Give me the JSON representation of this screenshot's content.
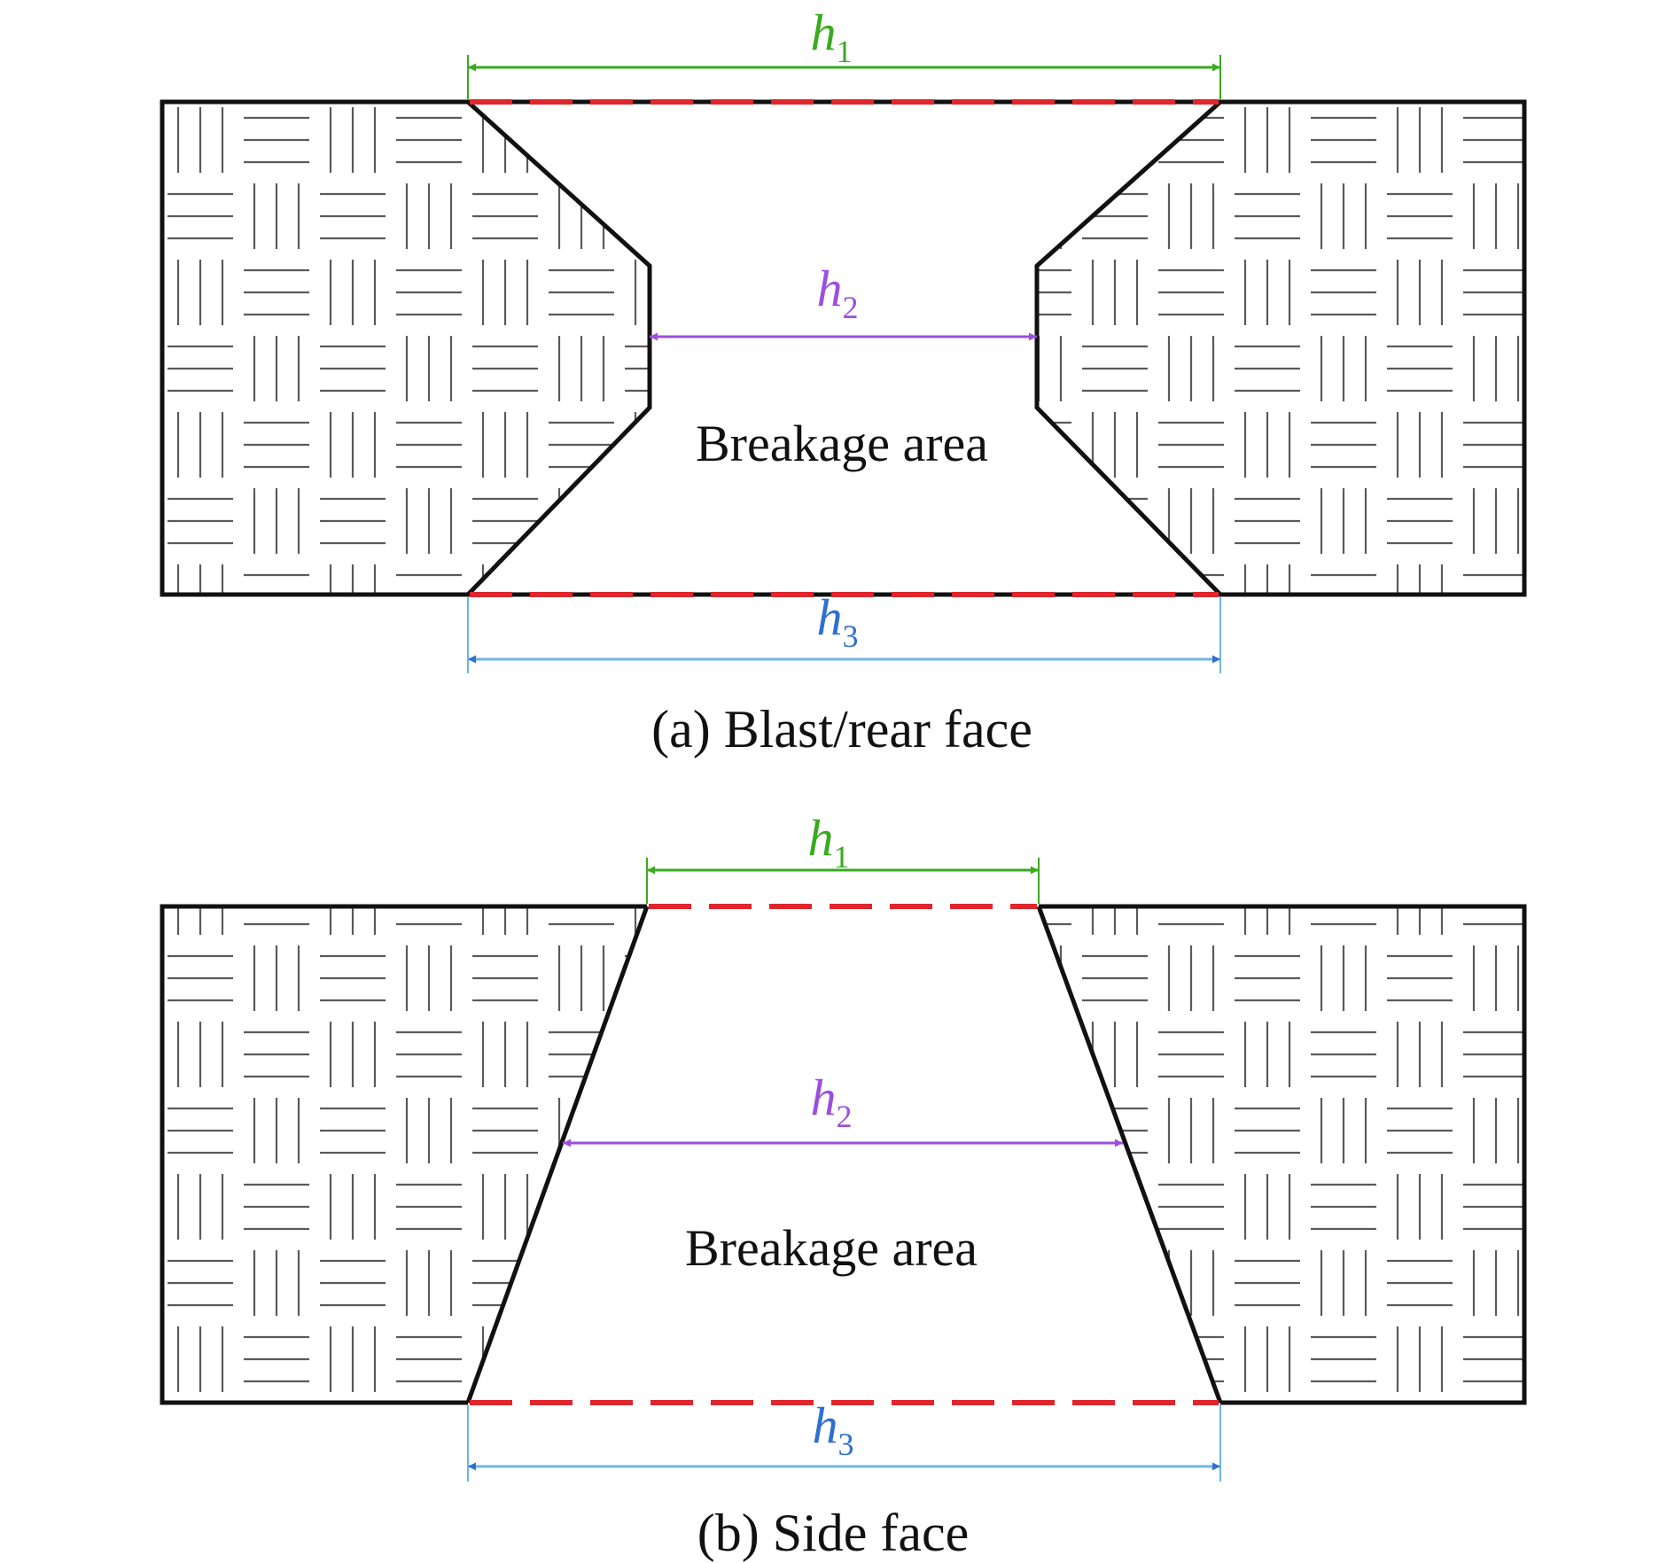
{
  "colors": {
    "outline": "#111111",
    "hatch": "#555555",
    "hatch_light": "#9a9a9a",
    "breakage_edge": "#e0262c",
    "h1": "#3aaa1f",
    "h2": "#9b4fe0",
    "h3": "#2f6fd0",
    "extension_line": "#6fb6e4"
  },
  "panels": [
    {
      "id": "a",
      "caption": "(a) Blast/rear face",
      "area_label": "Breakage area",
      "dims": {
        "h1": {
          "var": "h",
          "sub": "1"
        },
        "h2": {
          "var": "h",
          "sub": "2"
        },
        "h3": {
          "var": "h",
          "sub": "3"
        }
      }
    },
    {
      "id": "b",
      "caption": "(b) Side face",
      "area_label": "Breakage area",
      "dims": {
        "h1": {
          "var": "h",
          "sub": "1"
        },
        "h2": {
          "var": "h",
          "sub": "2"
        },
        "h3": {
          "var": "h",
          "sub": "3"
        }
      }
    }
  ]
}
